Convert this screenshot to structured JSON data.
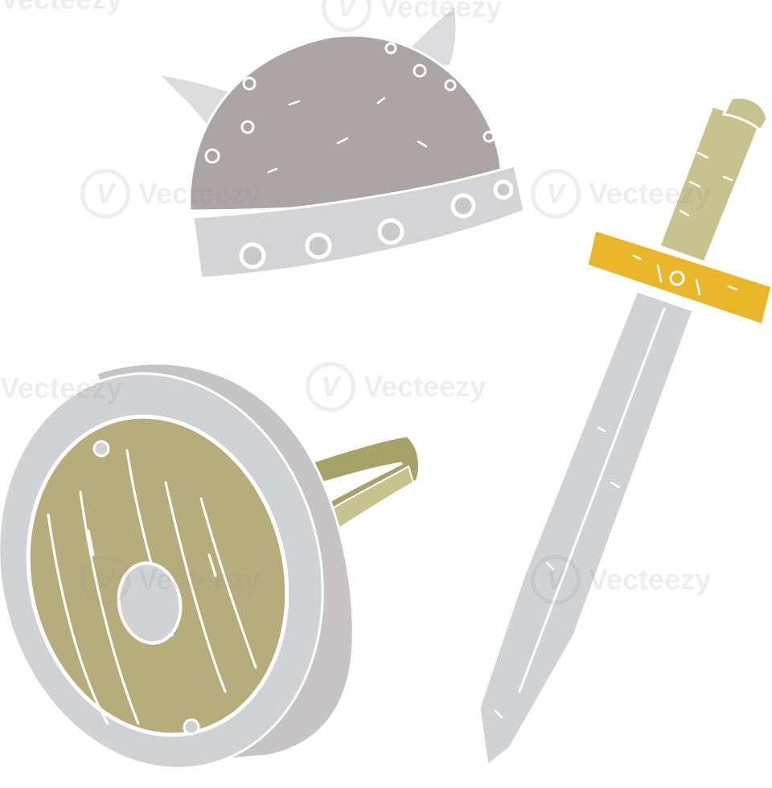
{
  "watermark": {
    "text": "Vecteezy",
    "badge_glyph": "V",
    "color": "#969696"
  },
  "scene": {
    "objects": [
      "viking-helmet",
      "shield",
      "sword"
    ],
    "colors": {
      "helmet_dome": "#aba5a6",
      "helmet_band": "#d4d4d6",
      "horn": "#dcdcde",
      "metal": "#d1d2d4",
      "wood": "#b7ad7c",
      "strap": "#a6a268",
      "grip": "#c8c28e",
      "crossguard": "#e9b62a",
      "outline": "#ffffff"
    }
  }
}
